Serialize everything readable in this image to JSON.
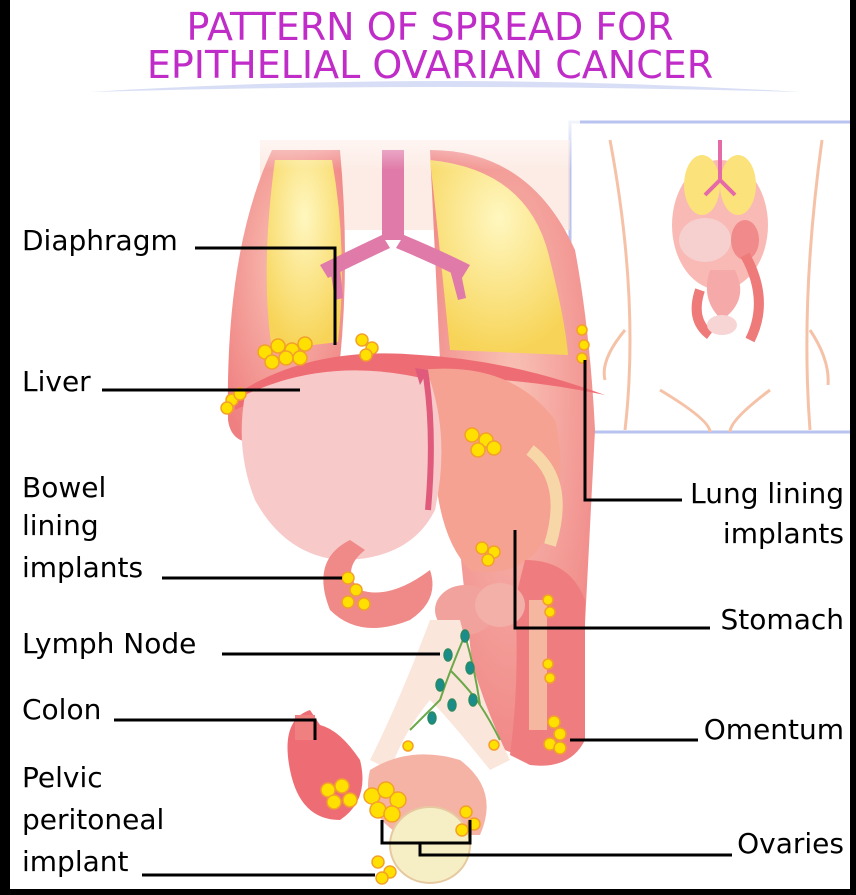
{
  "title": {
    "line1": "PATTERN OF SPREAD FOR",
    "line2": "EPITHELIAL OVARIAN CANCER",
    "color": "#c02cc8"
  },
  "labels": {
    "diaphragm": "Diaphragm",
    "liver": "Liver",
    "bowel_1": "Bowel",
    "bowel_2": "lining",
    "bowel_3": "implants",
    "lymph": "Lymph Node",
    "colon": "Colon",
    "pelvic_1": "Pelvic",
    "pelvic_2": "peritoneal",
    "pelvic_3": "implant",
    "lung_1": "Lung lining",
    "lung_2": "implants",
    "stomach": "Stomach",
    "omentum": "Omentum",
    "ovaries": "Ovaries"
  },
  "colors": {
    "tissue": "#f7a8a0",
    "tissue_dark": "#ee6d74",
    "lung": "#fbe27a",
    "trachea": "#e66aa8",
    "liver": "#f8c9c9",
    "implant": "#ffe000",
    "lymph": "#1a8c8c",
    "inset_border": "#b9c3f0"
  }
}
